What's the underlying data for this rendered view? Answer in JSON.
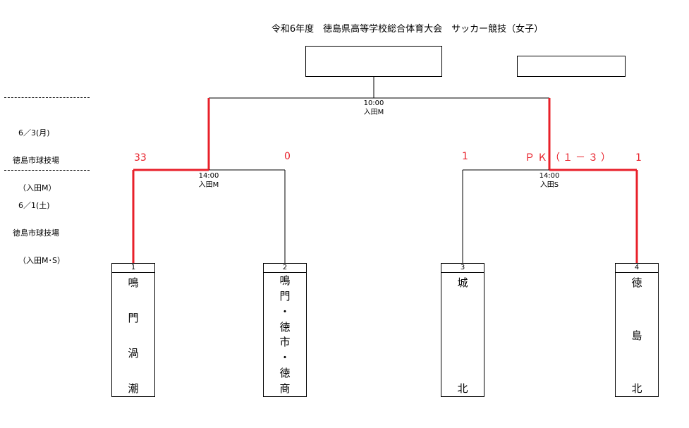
{
  "title": "令和6年度　徳島県高等学校総合体育大会　サッカー競技（女子）",
  "rounds": [
    {
      "date": "6／3(月)",
      "venue": "徳島市球技場",
      "fields": "（入田M）"
    },
    {
      "date": "6／1(土)",
      "venue": "徳島市球技場",
      "fields": "（入田M･S）"
    }
  ],
  "final": {
    "time": "10:00",
    "field": "入田M"
  },
  "semis": [
    {
      "time": "14:00",
      "field": "入田M",
      "score_left": "33",
      "score_right": "0"
    },
    {
      "time": "14:00",
      "field": "入田S",
      "score_left": "1",
      "score_right": "1",
      "pk": "ＰＫ（１－３）"
    }
  ],
  "teams": [
    {
      "number": "1",
      "chars": [
        "鳴",
        "門",
        "渦",
        "潮"
      ]
    },
    {
      "number": "2",
      "chars": [
        "鳴",
        "門",
        "・",
        "徳",
        "市",
        "・",
        "徳",
        "商"
      ]
    },
    {
      "number": "3",
      "chars": [
        "城",
        "北"
      ]
    },
    {
      "number": "4",
      "chars": [
        "徳",
        "島",
        "北"
      ]
    }
  ],
  "colors": {
    "winner_line": "#e8202a",
    "line": "#000000"
  }
}
